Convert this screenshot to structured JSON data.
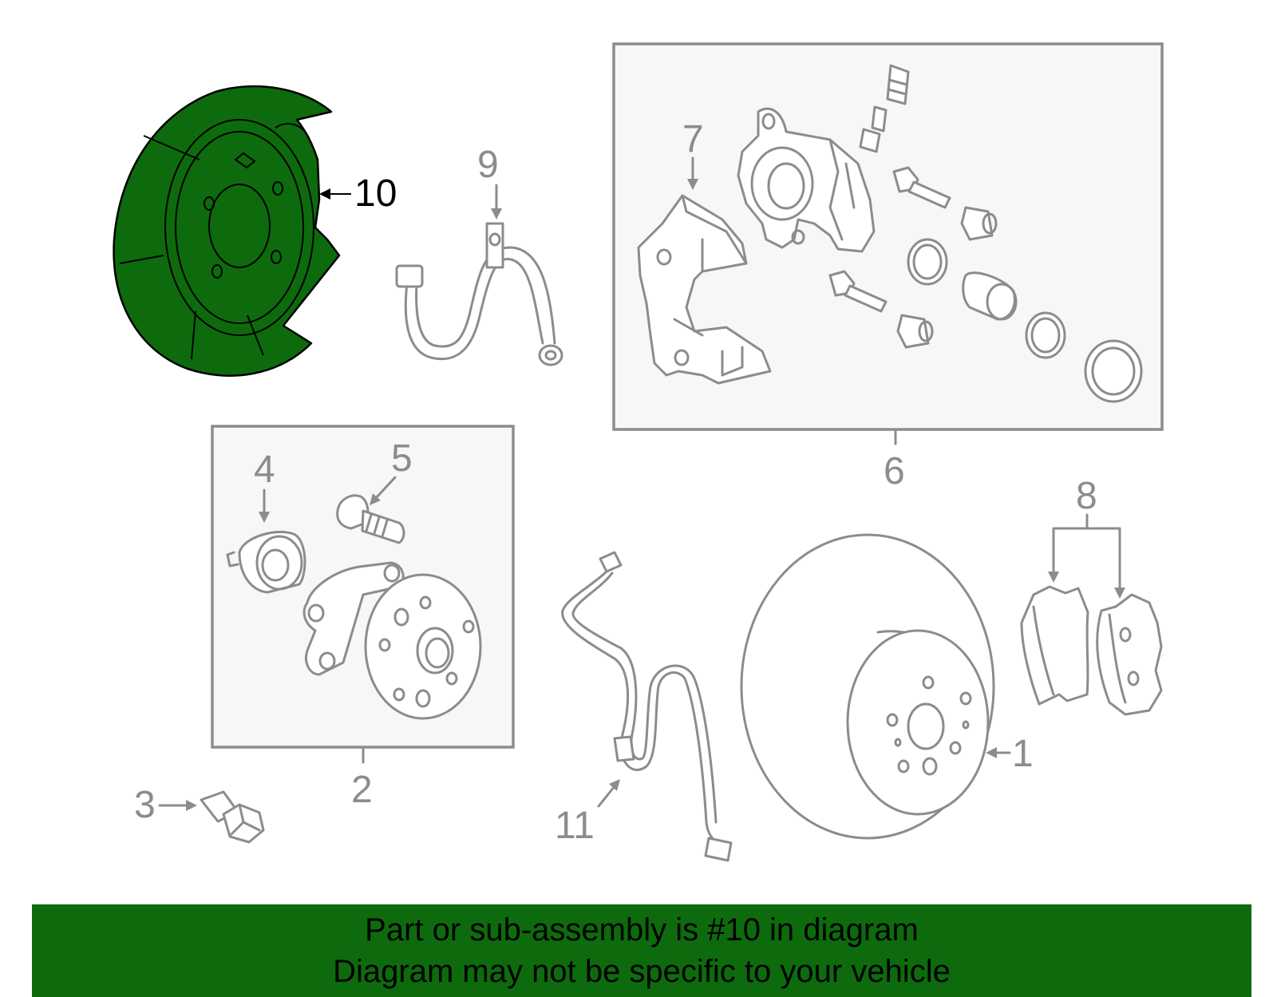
{
  "colors": {
    "highlight": "#0d6b0d",
    "line": "#8c8c8c",
    "background": "#ffffff"
  },
  "callouts": {
    "c1": "1",
    "c2": "2",
    "c3": "3",
    "c4": "4",
    "c5": "5",
    "c6": "6",
    "c7": "7",
    "c8": "8",
    "c9": "9",
    "c10": "10",
    "c11": "11"
  },
  "highlighted_part": "10",
  "banner": {
    "line1": "Part or sub-assembly is #10 in diagram",
    "line2": "Diagram may not be specific to your vehicle"
  }
}
